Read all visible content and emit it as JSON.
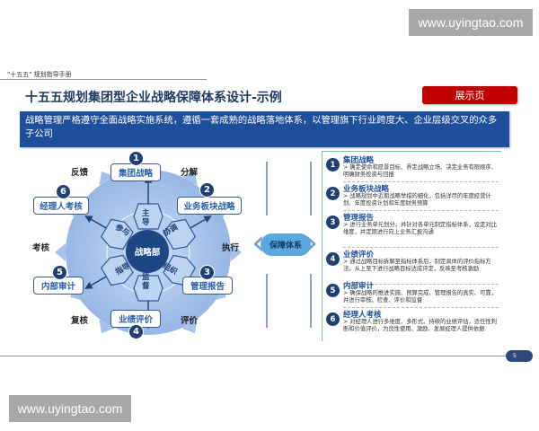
{
  "watermark": {
    "top": "www.uyingtao.com",
    "bottom": "www.uyingtao.com"
  },
  "header": {
    "handbook": "\"十五五\" 规划指导手册",
    "title": "十五五规划集团型企业战略保障体系设计-示例",
    "show_button": "展示页"
  },
  "description": "战略管理严格遵守全面战略实施系统，遵循一套成熟的战略落地体系，以管理旗下行业跨度大、企业层级交叉的众多子公司",
  "diagram": {
    "hub": "战略部",
    "petals": [
      "主导",
      "协调",
      "组织",
      "监督",
      "指导",
      "参与"
    ],
    "nodes": [
      {
        "num": "1",
        "label": "集团战略"
      },
      {
        "num": "2",
        "label": "业务板块战略"
      },
      {
        "num": "3",
        "label": "管理报告"
      },
      {
        "num": "4",
        "label": "业绩评价"
      },
      {
        "num": "5",
        "label": "内部审计"
      },
      {
        "num": "6",
        "label": "经理人考核"
      }
    ],
    "transitions": [
      "分解",
      "执行",
      "评价",
      "复核",
      "考核",
      "反馈"
    ]
  },
  "center_label": "保障体系",
  "details": [
    {
      "num": "1",
      "title": "集团战略",
      "text": "> 确定使命和愿景目标、界定战略立场、决定业务有限顺序、明确财务投资与回报"
    },
    {
      "num": "2",
      "title": "业务板块战略",
      "text": "> 战略规划中近期战略举措的细化，包括详尽的年度经营计划、年度投资计划和年度财务预算"
    },
    {
      "num": "3",
      "title": "管理报告",
      "text": "> 进行业务单元划分，并针对各单元制定指标体系，设定对比维度，并定期进行向上业务汇报沟通"
    },
    {
      "num": "4",
      "title": "业绩评价",
      "text": "> 通过战略目标拆解至指标体系后，制定具体的评价指标方法，从上至下进行战略目标达成评定，反映至考核激励"
    },
    {
      "num": "5",
      "title": "内部审计",
      "text": "> 确保战略的推进实施、预算完成、管理报告的真实、可靠，并进行审核、检查、评价和监督"
    },
    {
      "num": "6",
      "title": "经理人考核",
      "text": "> 对经理人进行多维度、多形式、持续的业绩评估，适任性判断和价值评价，为良性使用、激励、发展经理人提供依据"
    }
  ],
  "page_number": "5",
  "colors": {
    "primary": "#1f4e9a",
    "dark_navy": "#1f3f75",
    "accent_red": "#c00000",
    "gear_light": "#a9c4ec",
    "pill": "#5aa9dc"
  }
}
